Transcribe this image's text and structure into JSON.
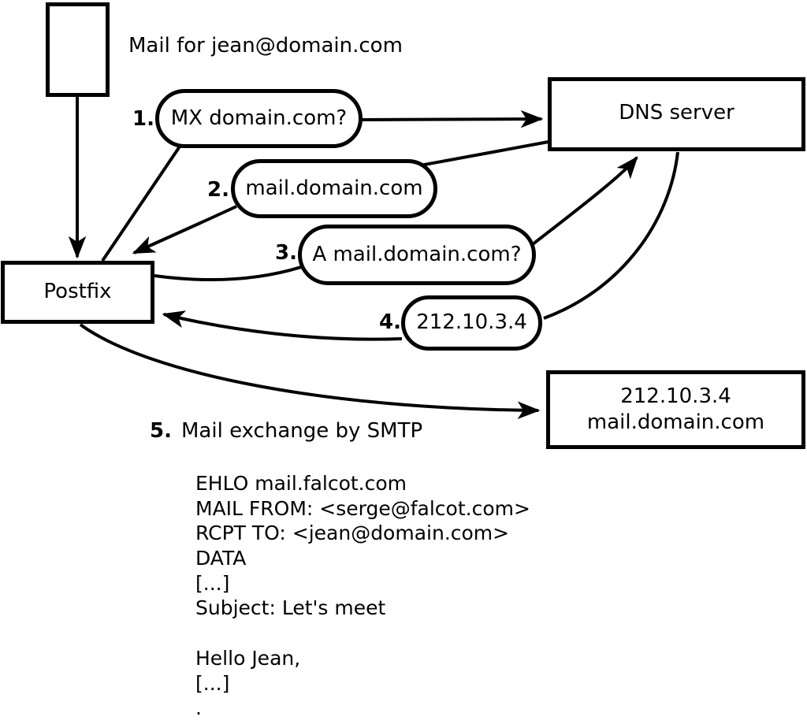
{
  "diagram": {
    "annotation": "Mail for jean@domain.com",
    "nodes": {
      "postfix": {
        "label": "Postfix"
      },
      "dns_server": {
        "label": "DNS server"
      },
      "mail_server": {
        "line1": "212.10.3.4",
        "line2": "mail.domain.com"
      }
    },
    "steps": [
      {
        "number": "1.",
        "label": "MX domain.com?"
      },
      {
        "number": "2.",
        "label": "mail.domain.com"
      },
      {
        "number": "3.",
        "label": "A mail.domain.com?"
      },
      {
        "number": "4.",
        "label": "212.10.3.4"
      },
      {
        "number": "5.",
        "label": "Mail exchange by SMTP"
      }
    ],
    "smtp_session": {
      "lines": [
        "EHLO mail.falcot.com",
        "MAIL FROM: <serge@falcot.com>",
        "RCPT TO: <jean@domain.com>",
        "DATA",
        "[...]",
        "Subject: Let's meet",
        "",
        "Hello Jean,",
        "[...]",
        "."
      ]
    },
    "colors": {
      "stroke": "#000000",
      "background": "#ffffff"
    }
  }
}
